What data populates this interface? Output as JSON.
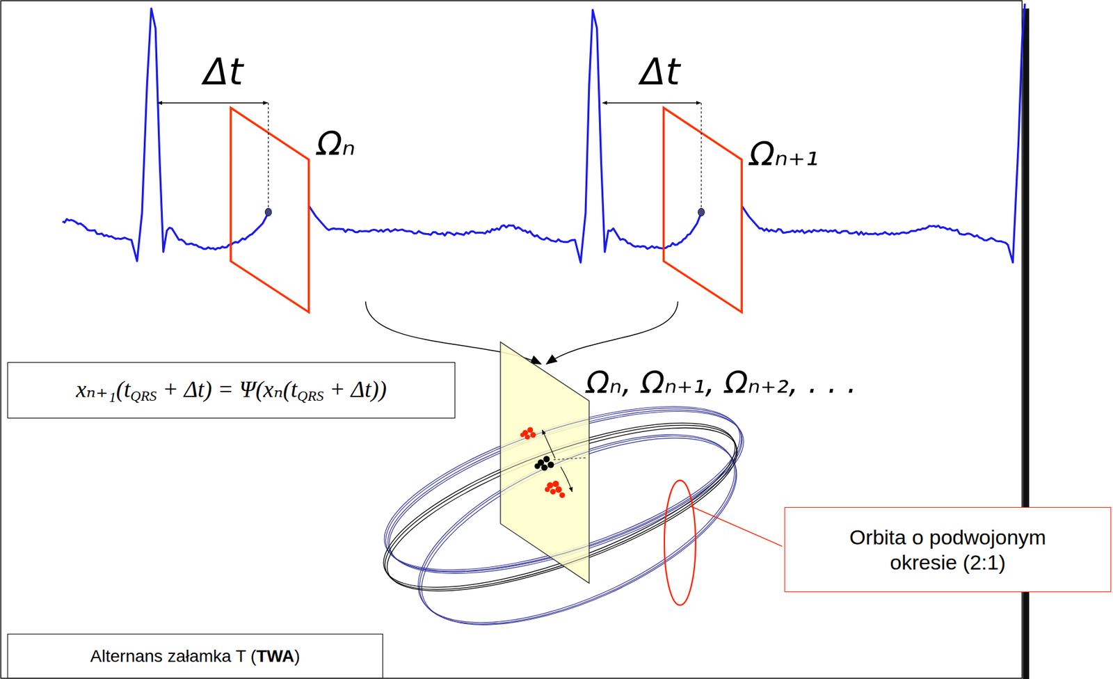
{
  "diagram": {
    "nodes": [
      {
        "text": [
          "xₙ₊₁(tQRS + Δt) = Ψ(xₙ(tQRS + Δt))"
        ]
      },
      {
        "text": [
          "Orbita o podwojonym okresie (2:1)"
        ]
      },
      {
        "text": [
          "Alternans załamka T (TWA)"
        ]
      }
    ],
    "labels": [
      "Δt",
      "Δt",
      "Ωₙ",
      "Ωₙ₊₁",
      "Ωₙ, Ωₙ₊₁, Ωₙ₊₂, . . ."
    ]
  }
}
